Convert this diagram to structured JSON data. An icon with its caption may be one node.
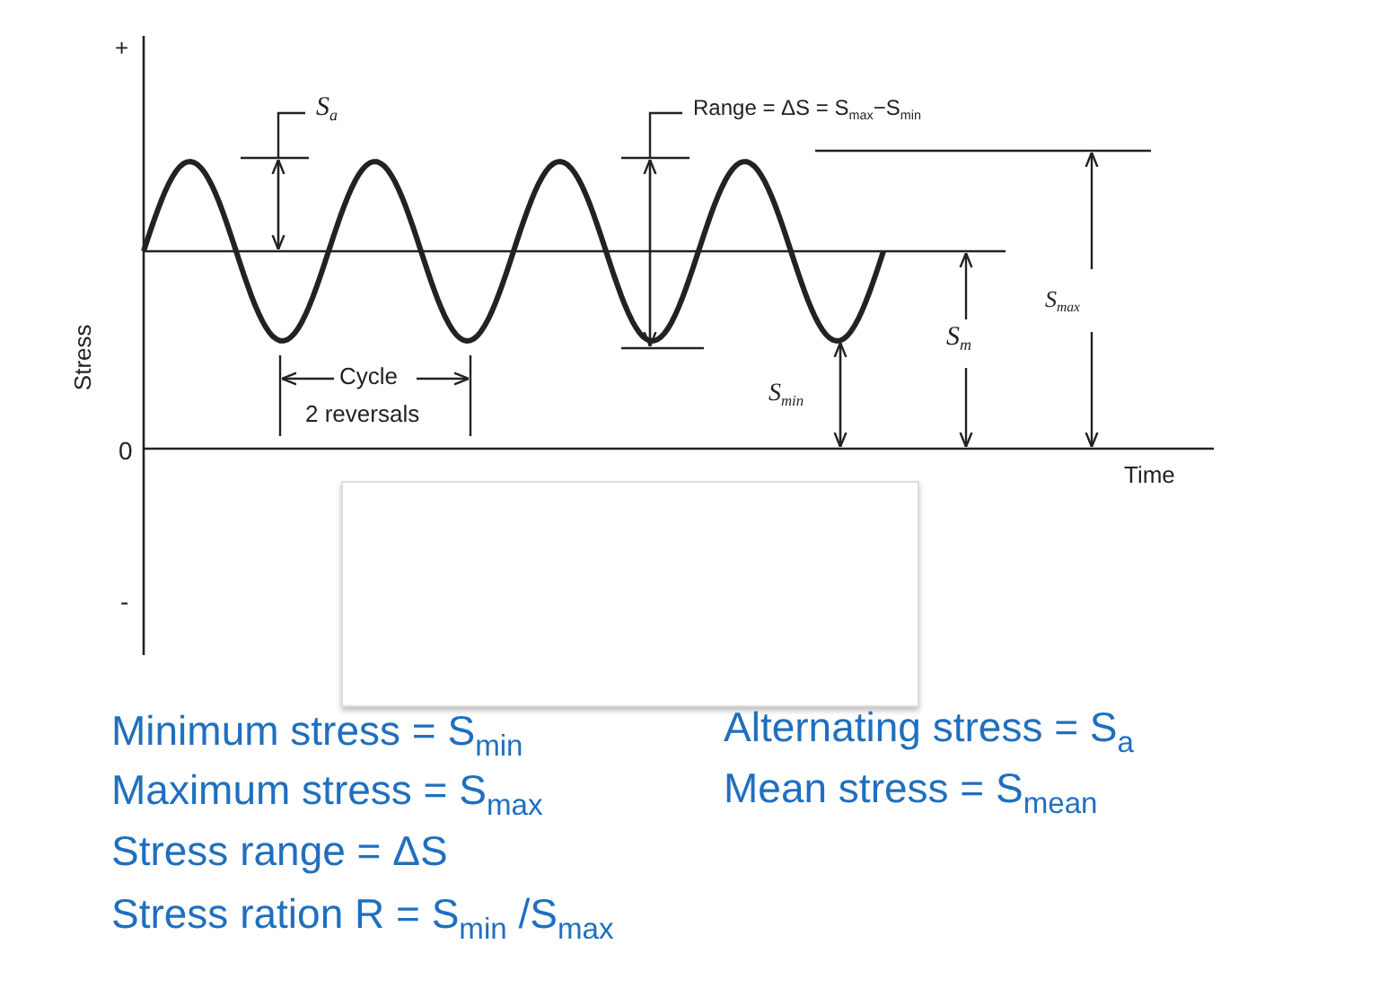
{
  "diagram": {
    "labels": [
      "+",
      "Stress",
      "0",
      "-",
      "S$_{a}$",
      "Range = ΔS = S$_{max}$−S$_{min}$",
      "Cycle",
      "2 reversals",
      "S$_{min}$",
      "S$_{m}$",
      "S$_{max}$",
      "Time",
      "Minimum stress = S$_{min}$",
      "Alternating stress = S$_{a}$",
      "Maximum stress = S$_{max}$",
      "Mean stress = S$_{mean}$",
      "Stress range = ΔS",
      "Stress ration R = S$_{min}$ /S$_{max}$"
    ]
  }
}
